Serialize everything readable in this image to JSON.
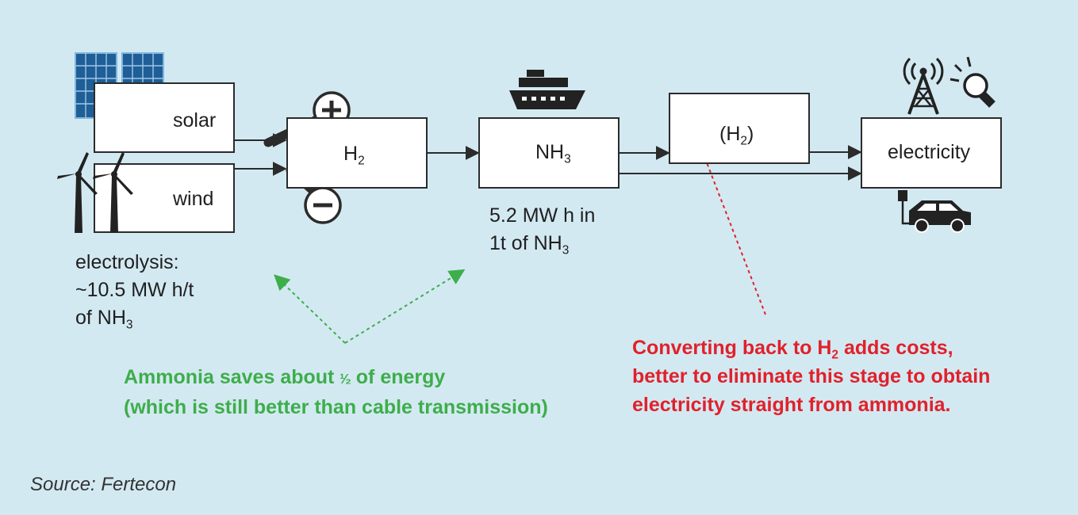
{
  "nodes": {
    "solar": "solar",
    "wind": "wind",
    "h2": "H",
    "h2_sub": "2",
    "nh3": "NH",
    "nh3_sub": "3",
    "h2_back_open": "(H",
    "h2_back_sub": "2",
    "h2_back_close": ")",
    "electricity": "electricity"
  },
  "annotations": {
    "electrolysis_line1": "electrolysis:",
    "electrolysis_line2": "~10.5 MW h/t",
    "electrolysis_line3": "of NH",
    "electrolysis_sub": "3",
    "nh3_energy_line1": "5.2 MW h in",
    "nh3_energy_line2": "1t of NH",
    "nh3_energy_sub": "3"
  },
  "notes": {
    "green_line1_pre": "Ammonia saves about ",
    "green_fraction": "¹⁄₂",
    "green_line1_post": " of energy",
    "green_line2": "(which is still better than cable transmission)",
    "red_line1_pre": "Converting back to H",
    "red_line1_sub": "2",
    "red_line1_post": " adds costs,",
    "red_line2": "better to eliminate this stage to obtain",
    "red_line3": "electricity straight from ammonia."
  },
  "source": "Source: Fertecon",
  "icons": [
    "solar-panel-icon",
    "wind-turbine-icon",
    "plus-icon",
    "minus-icon",
    "ship-icon",
    "radio-tower-icon",
    "light-bulb-icon",
    "electric-car-icon"
  ],
  "colors": {
    "background": "#d3e9f2",
    "green_note": "#3dae4a",
    "red_note": "#e0212b",
    "line": "#2b2b2b"
  }
}
